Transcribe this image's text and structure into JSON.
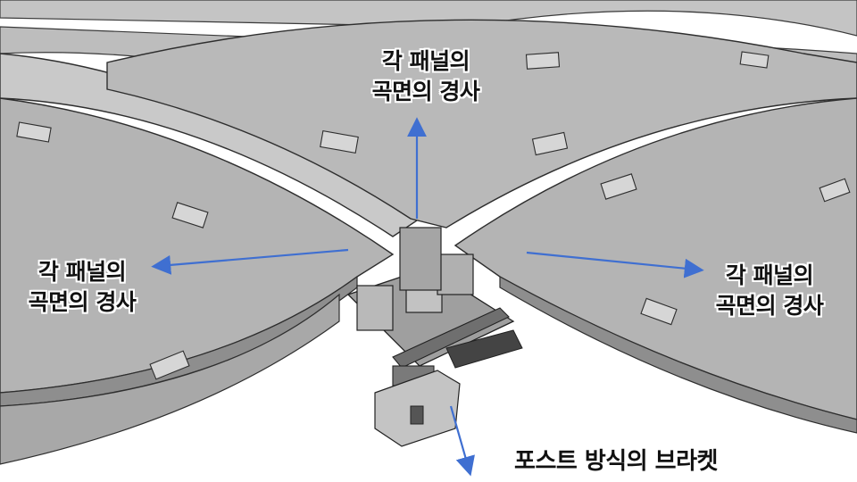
{
  "colors": {
    "arrow": "#3f6fd1",
    "panel": "#b6b6b6",
    "panel_light": "#c9c9c9",
    "edge": "#2e2e2e",
    "metal": "#a9a9a9",
    "metal_dark": "#555555",
    "background": "#ffffff"
  },
  "labels": {
    "top": {
      "line1": "각 패널의",
      "line2": "곡면의 경사"
    },
    "left": {
      "line1": "각 패널의",
      "line2": "곡면의 경사"
    },
    "right": {
      "line1": "각 패널의",
      "line2": "곡면의 경사"
    },
    "bottom": {
      "text": "포스트 방식의 브라켓"
    }
  }
}
